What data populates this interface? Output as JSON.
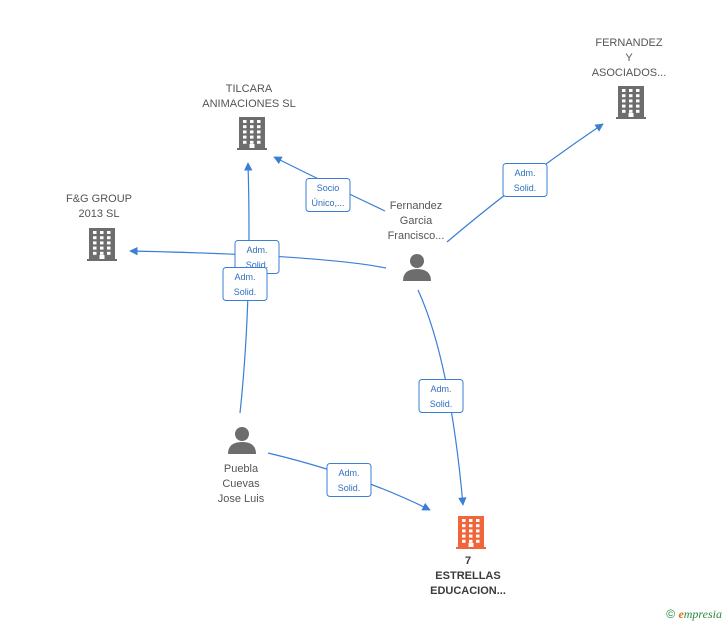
{
  "nodes": {
    "tilcara": {
      "lines": [
        "TILCARA",
        "ANIMACIONES SL"
      ],
      "kind": "company"
    },
    "fernandez_asoc": {
      "lines": [
        "FERNANDEZ",
        "Y",
        "ASOCIADOS..."
      ],
      "kind": "company"
    },
    "fg_group": {
      "lines": [
        "F&G GROUP",
        "2013  SL"
      ],
      "kind": "company"
    },
    "fernandez_garcia": {
      "lines": [
        "Fernandez",
        "Garcia",
        "Francisco..."
      ],
      "kind": "person"
    },
    "puebla": {
      "lines": [
        "Puebla",
        "Cuevas",
        "Jose Luis"
      ],
      "kind": "person"
    },
    "estrellas": {
      "lines": [
        "7",
        "ESTRELLAS",
        "EDUCACION..."
      ],
      "kind": "company-main"
    }
  },
  "edges": [
    {
      "from": "fernandez_garcia",
      "to": "tilcara",
      "label": [
        "Adm.",
        "Solid."
      ]
    },
    {
      "from": "fernandez_garcia",
      "to": "fernandez_asoc",
      "label": [
        "Socio",
        "Único,..."
      ]
    },
    {
      "from": "fernandez_garcia",
      "to": "fg_group",
      "label": [
        "Adm.",
        "Solid."
      ]
    },
    {
      "from": "fernandez_garcia",
      "to": "estrellas",
      "label": [
        "Adm.",
        "Solid."
      ]
    },
    {
      "from": "puebla",
      "to": "tilcara",
      "label": [
        "Adm.",
        "Solid."
      ]
    },
    {
      "from": "puebla",
      "to": "estrellas",
      "label": [
        "Adm.",
        "Solid."
      ]
    }
  ],
  "colors": {
    "edge": "#3a7fd5",
    "company_icon": "#6d6d6d",
    "person_icon": "#6d6d6d",
    "main_icon": "#f0663a"
  },
  "footer": {
    "copyright": "©",
    "brand_initial": "e",
    "brand_rest": "mpresia"
  }
}
